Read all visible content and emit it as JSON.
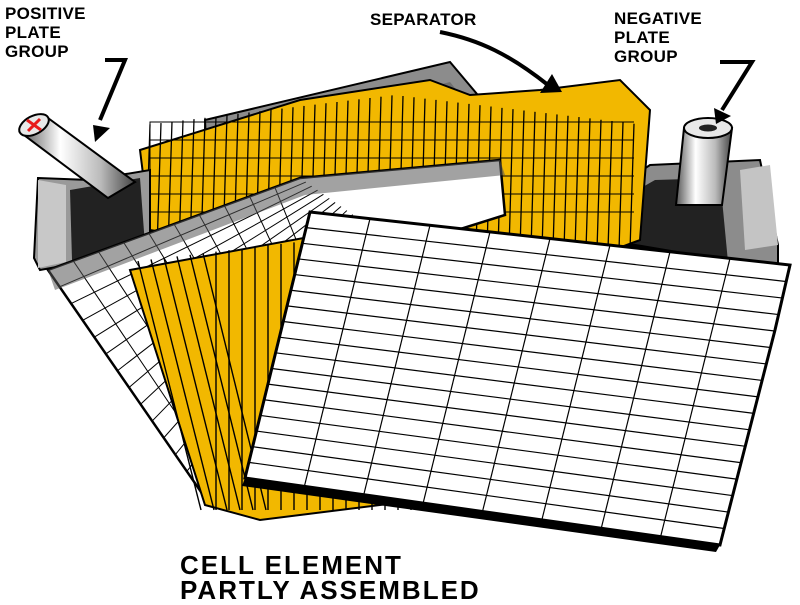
{
  "labels": {
    "positive": {
      "line1": "POSITIVE",
      "line2": "PLATE",
      "line3": "GROUP"
    },
    "separator": "SEPARATOR",
    "negative": {
      "line1": "NEGATIVE",
      "line2": "PLATE",
      "line3": "GROUP"
    }
  },
  "caption": {
    "line1": "CELL ELEMENT",
    "line2": "PARTLY ASSEMBLED"
  },
  "colors": {
    "separator_fill": "#f2b800",
    "plate_gray": "#8c8c8c",
    "plate_dark": "#222222",
    "positive_mark": "#e81a1a",
    "grid_line": "#000000",
    "background": "#ffffff"
  },
  "icons": {
    "positive_terminal_mark": "plus-sign-icon"
  }
}
